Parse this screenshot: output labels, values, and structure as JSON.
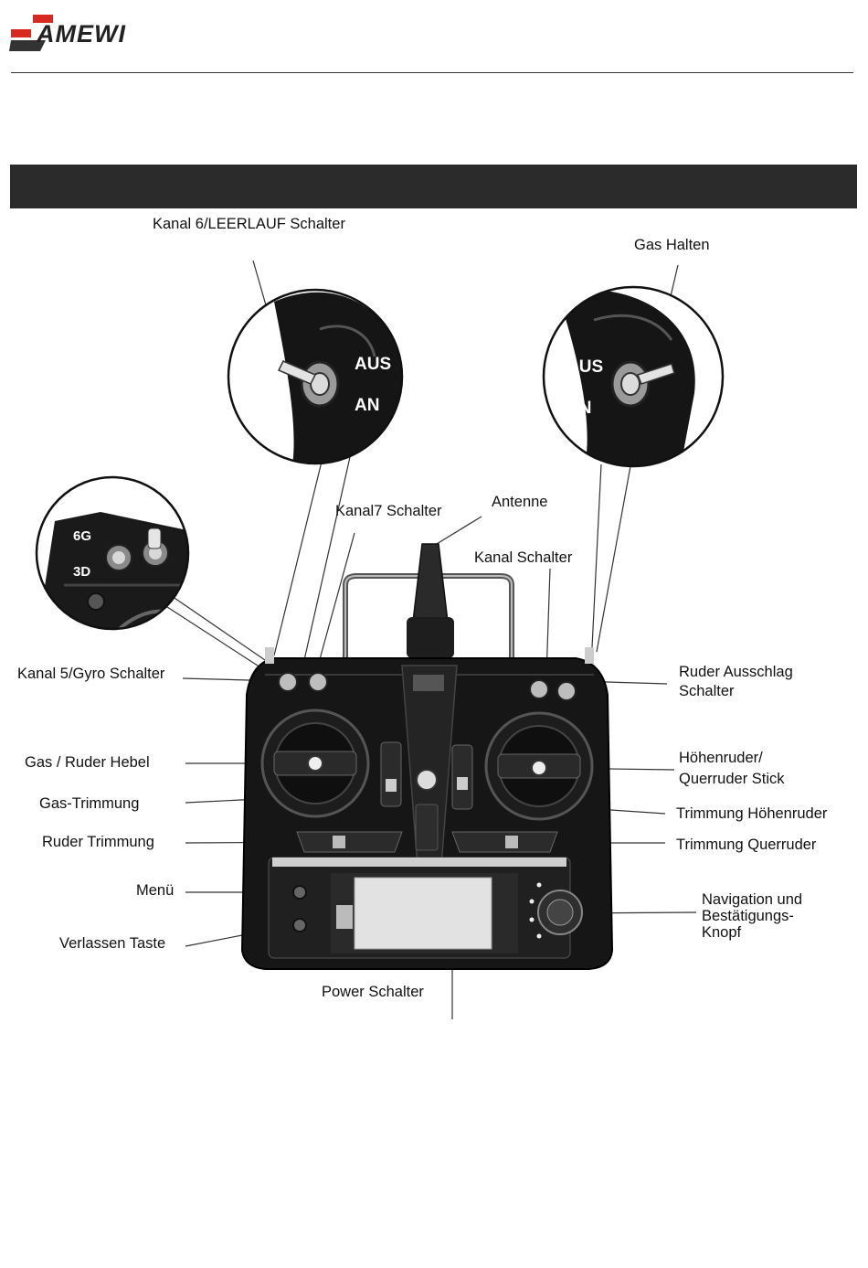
{
  "brand": {
    "name": "AMEWI"
  },
  "labels": {
    "kanal6": "Kanal 6/LEERLAUF Schalter",
    "gas_halten": "Gas Halten",
    "kanal7": "Kanal7 Schalter",
    "antenne": "Antenne",
    "kanal_schalter": "Kanal Schalter",
    "kanal5": "Kanal 5/Gyro Schalter",
    "ruder_ausschlag_1": "Ruder Ausschlag",
    "ruder_ausschlag_2": "Schalter",
    "gas_ruder_hebel": "Gas / Ruder Hebel",
    "hoehenruder_1": "Höhenruder/",
    "hoehenruder_2": "Querruder Stick",
    "gas_trimmung": "Gas-Trimmung",
    "trimmung_hoehenruder": "Trimmung Höhenruder",
    "ruder_trimmung": "Ruder Trimmung",
    "trimmung_querruder": "Trimmung Querruder",
    "menue": "Menü",
    "navigation_1": "Navigation und",
    "navigation_2": "Bestätigungs-",
    "navigation_3": "Knopf",
    "verlassen": "Verlassen Taste",
    "power": "Power Schalter"
  },
  "detail_labels": {
    "left_aus": "AUS",
    "left_an": "AN",
    "right_aus": "AUS",
    "right_an": "AN",
    "gyro_6g": "6G",
    "gyro_3d": "3D"
  }
}
